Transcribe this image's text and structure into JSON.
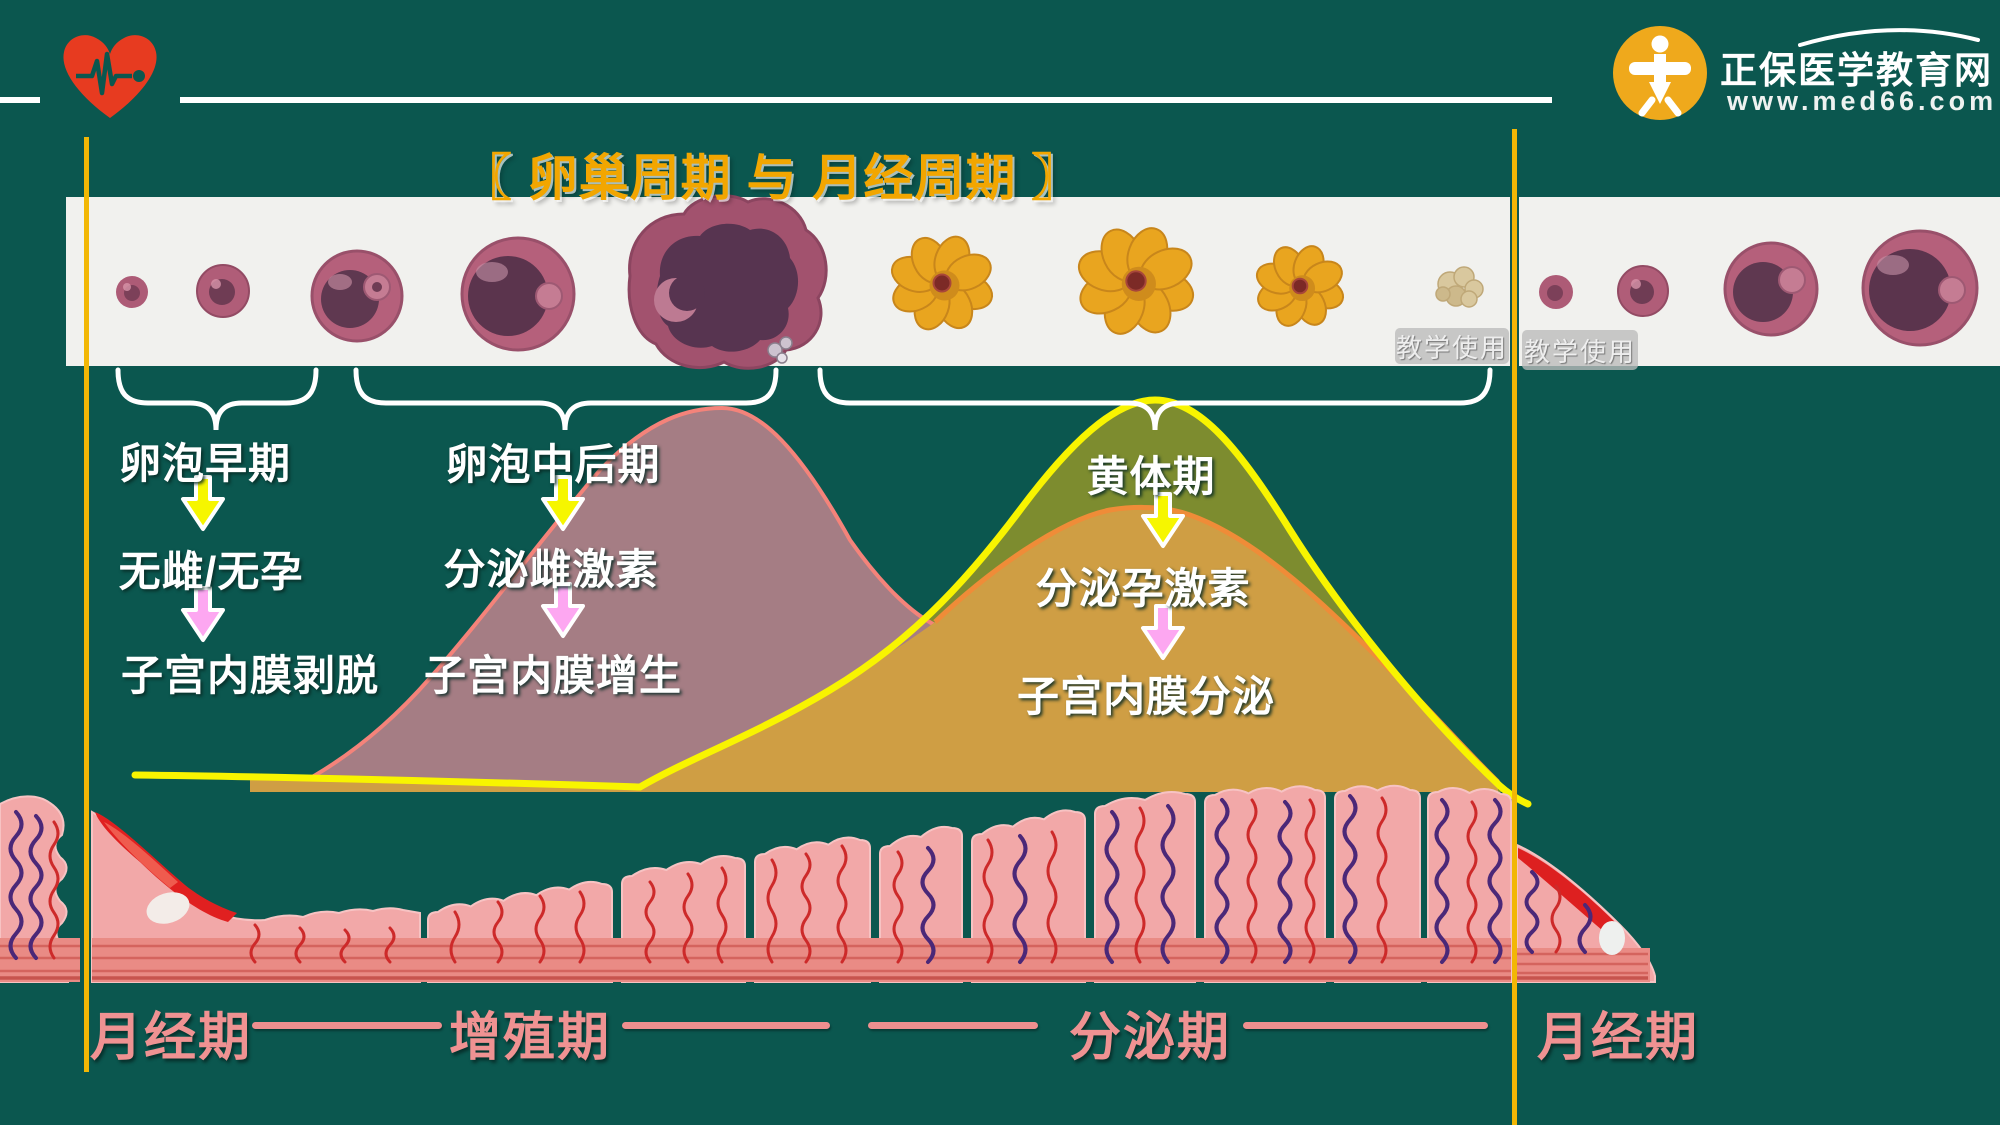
{
  "brand": {
    "name": "正保医学教育网",
    "url": "www.med66.com"
  },
  "title": "〖 卵巢周期 与 月经周期 〗",
  "watermark": "教学使用",
  "flow_columns": [
    {
      "stage": "卵泡早期",
      "secretion": "无雌/无孕",
      "endometrium": "子宫内膜剥脱"
    },
    {
      "stage": "卵泡中后期",
      "secretion": "分泌雌激素",
      "endometrium": "子宫内膜增生"
    },
    {
      "stage": "黄体期",
      "secretion": "分泌孕激素",
      "endometrium": "子宫内膜分泌"
    }
  ],
  "cycle_phases": {
    "menstrual_left": "月经期",
    "proliferative": "增殖期",
    "secretory": "分泌期",
    "menstrual_right": "月经期"
  },
  "icons": {
    "heart_ecg": "heart-with-ecg-pulse",
    "logo": "gold-circle-white-cross"
  },
  "colors": {
    "background": "#0b574f",
    "title_gold": "#f2a600",
    "axis_gold": "#f2b705",
    "curve_yellow": "#f8f400",
    "curve_olive": "#7d8c2f",
    "curve_tan": "#cf9e44",
    "curve_orange": "#ef8c38",
    "curve_mauve": "#a57d84",
    "curve_salmon": "#f4837a",
    "arrow_yellow": "#f6f600",
    "arrow_pink": "#fda7f1",
    "phase_text": "#ef9292",
    "tissue_pink": "#f2a8a8",
    "heart_red": "#e73b20",
    "logo_gold": "#efa91c"
  }
}
